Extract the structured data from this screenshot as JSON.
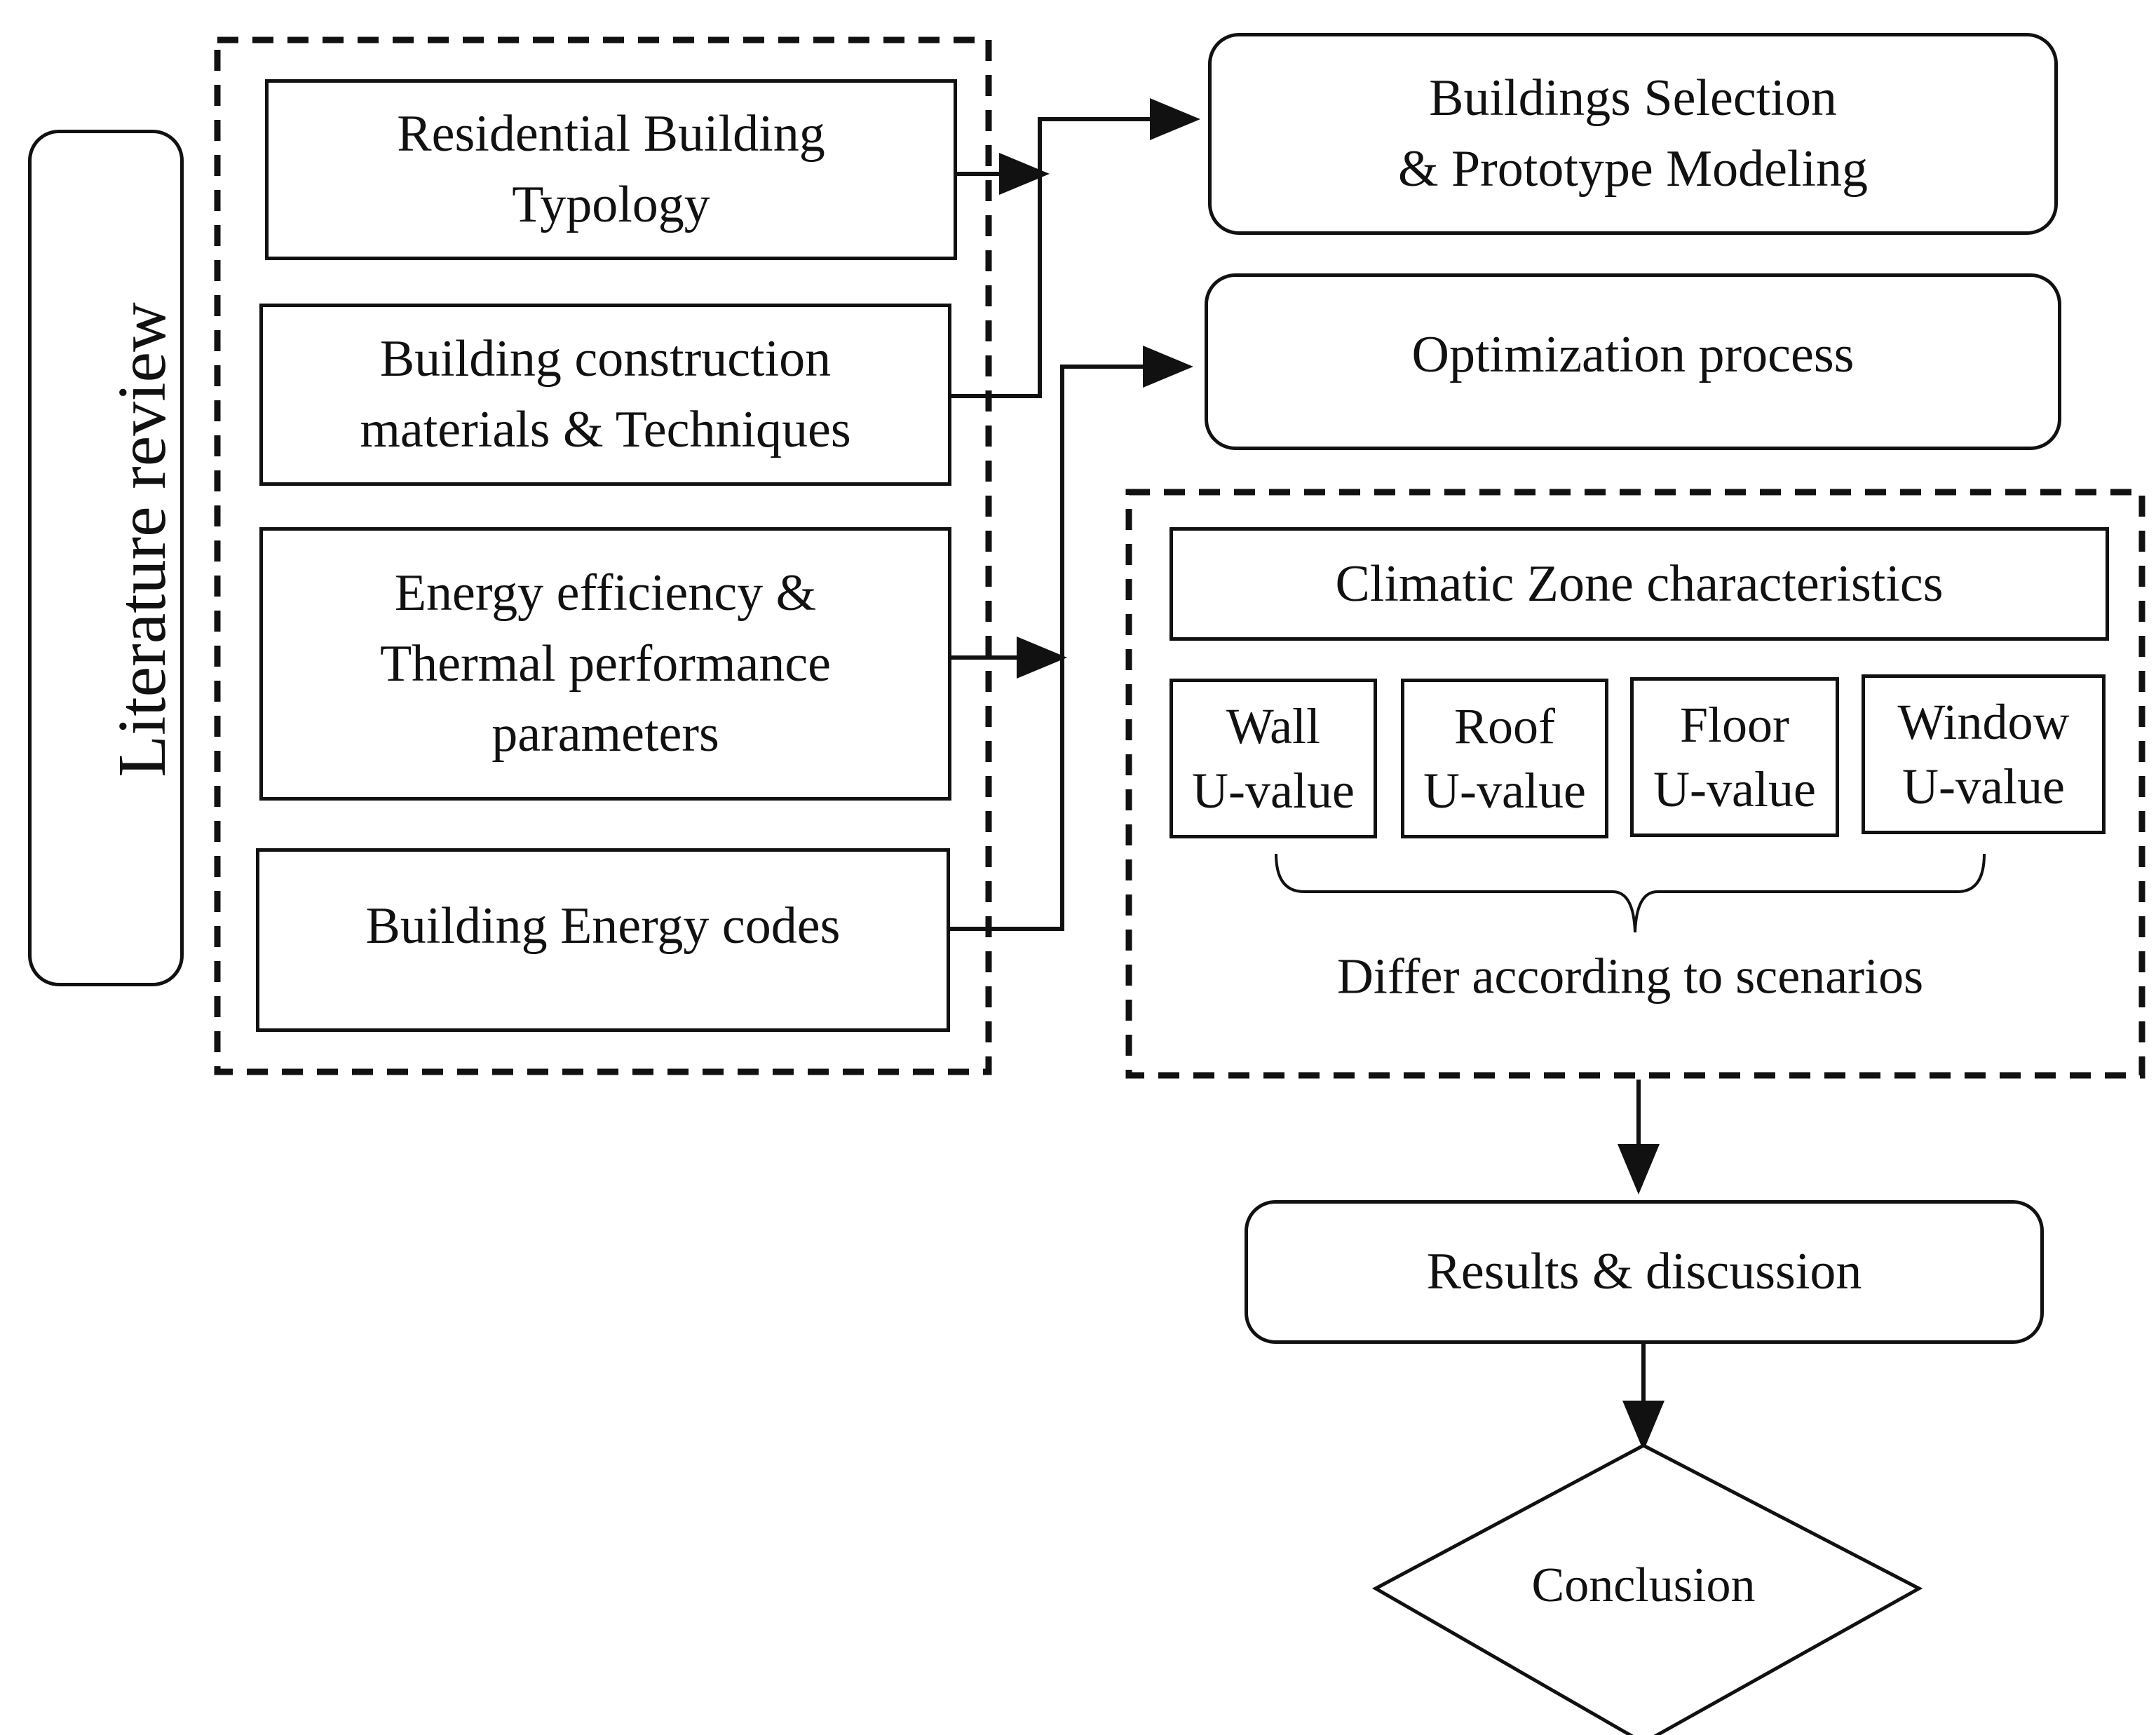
{
  "side_label": "Literature review",
  "inputs": [
    {
      "lines": [
        "Residential Building",
        "Typology"
      ]
    },
    {
      "lines": [
        "Building construction",
        "materials & Techniques"
      ]
    },
    {
      "lines": [
        "Energy efficiency &",
        "Thermal performance",
        "parameters"
      ]
    },
    {
      "lines": [
        "Building Energy codes"
      ]
    }
  ],
  "process": {
    "selection": {
      "lines": [
        "Buildings Selection",
        "& Prototype Modeling"
      ]
    },
    "optimization": "Optimization process"
  },
  "scenario_group": {
    "climate": "Climatic Zone characteristics",
    "uvalues": [
      {
        "name": "Wall",
        "unit": "U-value"
      },
      {
        "name": "Roof",
        "unit": "U-value"
      },
      {
        "name": "Floor",
        "unit": "U-value"
      },
      {
        "name": "Window",
        "unit": "U-value"
      }
    ],
    "brace_label": "Differ according to scenarios"
  },
  "results": "Results & discussion",
  "conclusion": "Conclusion"
}
